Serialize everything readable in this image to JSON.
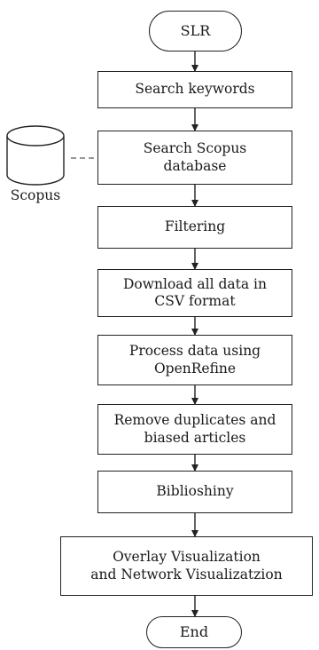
{
  "flowchart": {
    "start": "SLR",
    "steps": [
      "Search keywords",
      "Search Scopus\ndatabase",
      "Filtering",
      "Download all data in\nCSV format",
      "Process data using\nOpenRefine",
      "Remove duplicates and\nbiased articles",
      "Biblioshiny",
      "Overlay Visualization\nand Network Visualizatzion"
    ],
    "end": "End"
  },
  "database": {
    "label": "Scopus"
  }
}
